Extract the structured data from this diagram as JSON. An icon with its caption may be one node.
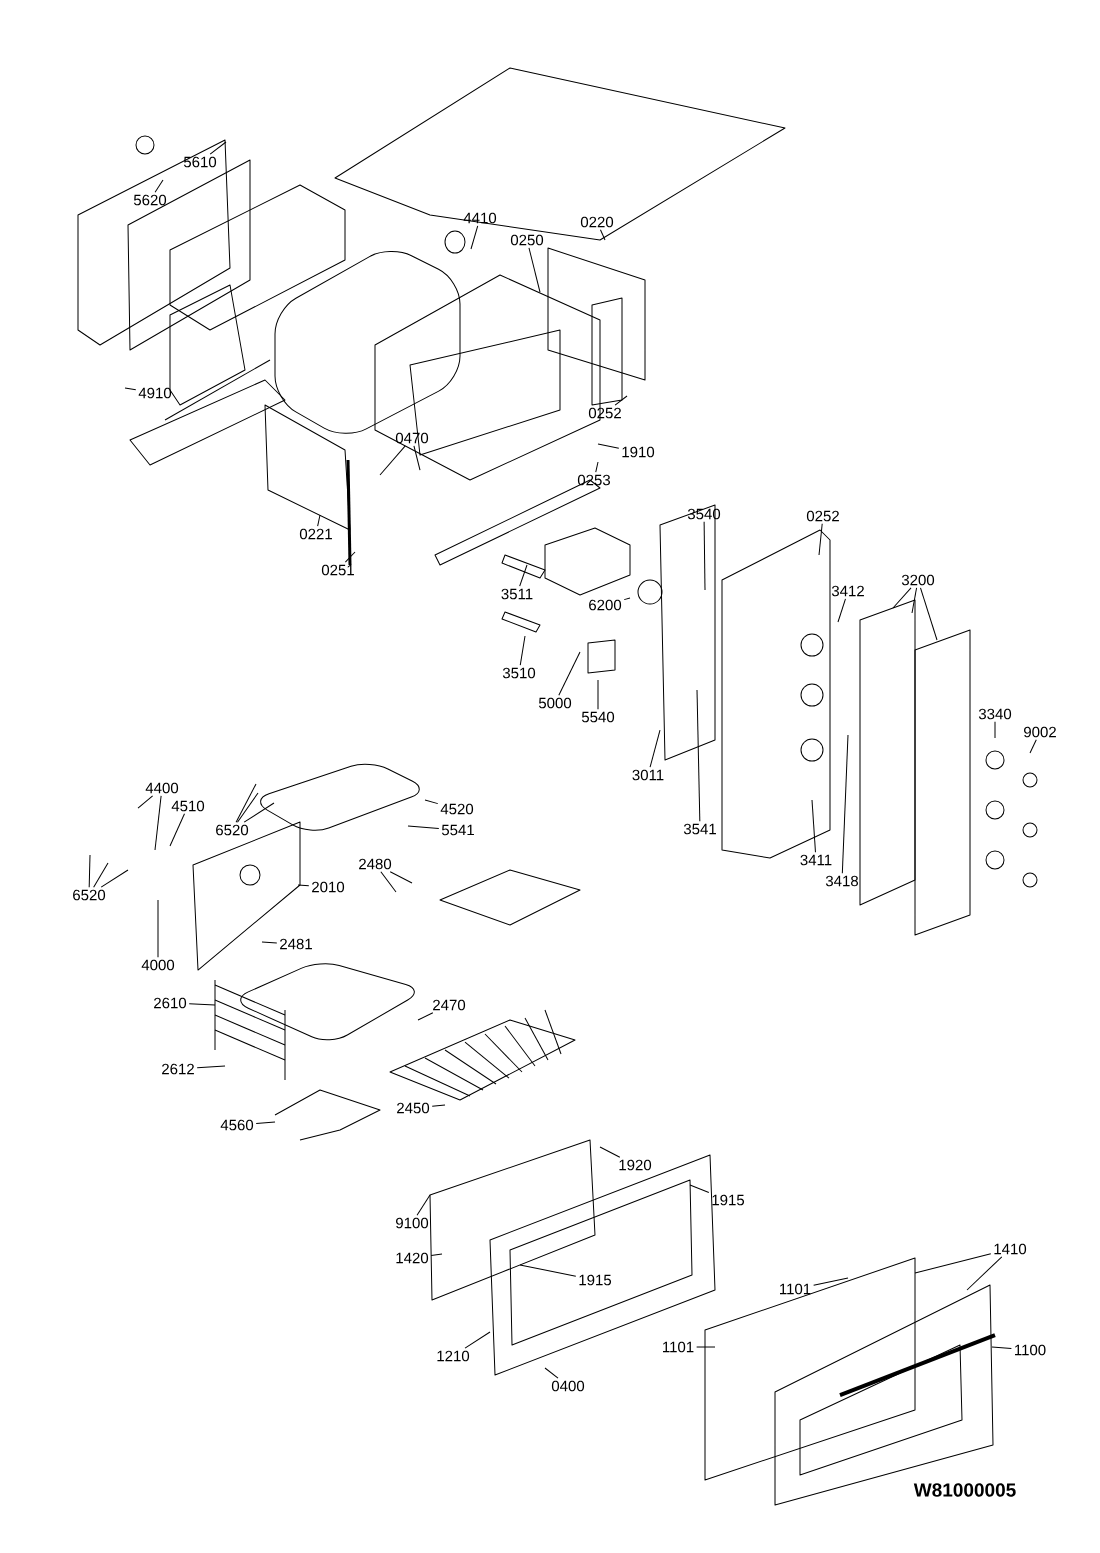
{
  "diagram": {
    "nodes": [
      {
        "text": [
          "5610"
        ]
      },
      {
        "text": [
          "5620"
        ]
      },
      {
        "text": [
          "4410"
        ]
      },
      {
        "text": [
          "0250"
        ]
      },
      {
        "text": [
          "0220"
        ]
      },
      {
        "text": [
          "4910"
        ]
      },
      {
        "text": [
          "0252"
        ]
      },
      {
        "text": [
          "0470"
        ]
      },
      {
        "text": [
          "1910"
        ]
      },
      {
        "text": [
          "0253"
        ]
      },
      {
        "text": [
          "0221"
        ]
      },
      {
        "text": [
          "0251"
        ]
      },
      {
        "text": [
          "3540"
        ]
      },
      {
        "text": [
          "0252"
        ]
      },
      {
        "text": [
          "3511"
        ]
      },
      {
        "text": [
          "6200"
        ]
      },
      {
        "text": [
          "3412"
        ]
      },
      {
        "text": [
          "3200"
        ]
      },
      {
        "text": [
          "3510"
        ]
      },
      {
        "text": [
          "5000"
        ]
      },
      {
        "text": [
          "5540"
        ]
      },
      {
        "text": [
          "3340"
        ]
      },
      {
        "text": [
          "9002"
        ]
      },
      {
        "text": [
          "3011"
        ]
      },
      {
        "text": [
          "3541"
        ]
      },
      {
        "text": [
          "3411"
        ]
      },
      {
        "text": [
          "3418"
        ]
      },
      {
        "text": [
          "4400"
        ]
      },
      {
        "text": [
          "4510"
        ]
      },
      {
        "text": [
          "4520"
        ]
      },
      {
        "text": [
          "6520"
        ]
      },
      {
        "text": [
          "5541"
        ]
      },
      {
        "text": [
          "6520"
        ]
      },
      {
        "text": [
          "2480"
        ]
      },
      {
        "text": [
          "2010"
        ]
      },
      {
        "text": [
          "4000"
        ]
      },
      {
        "text": [
          "2481"
        ]
      },
      {
        "text": [
          "2610"
        ]
      },
      {
        "text": [
          "2470"
        ]
      },
      {
        "text": [
          "2612"
        ]
      },
      {
        "text": [
          "2450"
        ]
      },
      {
        "text": [
          "4560"
        ]
      },
      {
        "text": [
          "1920"
        ]
      },
      {
        "text": [
          "1915"
        ]
      },
      {
        "text": [
          "9100"
        ]
      },
      {
        "text": [
          "1420"
        ]
      },
      {
        "text": [
          "1915"
        ]
      },
      {
        "text": [
          "1410"
        ]
      },
      {
        "text": [
          "1101"
        ]
      },
      {
        "text": [
          "1210"
        ]
      },
      {
        "text": [
          "1101"
        ]
      },
      {
        "text": [
          "1100"
        ]
      },
      {
        "text": [
          "0400"
        ]
      }
    ],
    "edges": [
      {
        "from": 0,
        "to": null,
        "arrow": "none"
      },
      {
        "from": 1,
        "to": null,
        "arrow": "none"
      },
      {
        "from": 2,
        "to": null,
        "arrow": "none"
      },
      {
        "from": 3,
        "to": null,
        "arrow": "none"
      },
      {
        "from": 4,
        "to": null,
        "arrow": "none"
      },
      {
        "from": 5,
        "to": null,
        "arrow": "none"
      },
      {
        "from": 6,
        "to": null,
        "arrow": "none"
      },
      {
        "from": 7,
        "to": null,
        "arrow": "none"
      },
      {
        "from": 7,
        "to": null,
        "arrow": "none"
      },
      {
        "from": 8,
        "to": null,
        "arrow": "none"
      },
      {
        "from": 9,
        "to": null,
        "arrow": "none"
      },
      {
        "from": 10,
        "to": null,
        "arrow": "none"
      },
      {
        "from": 11,
        "to": null,
        "arrow": "none"
      },
      {
        "from": 12,
        "to": null,
        "arrow": "none"
      },
      {
        "from": 13,
        "to": null,
        "arrow": "none"
      },
      {
        "from": 14,
        "to": null,
        "arrow": "none"
      },
      {
        "from": 15,
        "to": null,
        "arrow": "none"
      },
      {
        "from": 16,
        "to": null,
        "arrow": "none"
      },
      {
        "from": 17,
        "to": null,
        "arrow": "none"
      },
      {
        "from": 17,
        "to": null,
        "arrow": "none"
      },
      {
        "from": 17,
        "to": null,
        "arrow": "none"
      },
      {
        "from": 18,
        "to": null,
        "arrow": "none"
      },
      {
        "from": 19,
        "to": null,
        "arrow": "none"
      },
      {
        "from": 20,
        "to": null,
        "arrow": "none"
      },
      {
        "from": 21,
        "to": null,
        "arrow": "none"
      },
      {
        "from": 22,
        "to": null,
        "arrow": "none"
      },
      {
        "from": 23,
        "to": null,
        "arrow": "none"
      },
      {
        "from": 24,
        "to": null,
        "arrow": "none"
      },
      {
        "from": 25,
        "to": null,
        "arrow": "none"
      },
      {
        "from": 26,
        "to": null,
        "arrow": "none"
      },
      {
        "from": 27,
        "to": null,
        "arrow": "none"
      },
      {
        "from": 27,
        "to": null,
        "arrow": "none"
      },
      {
        "from": 28,
        "to": null,
        "arrow": "none"
      },
      {
        "from": 29,
        "to": null,
        "arrow": "none"
      },
      {
        "from": 30,
        "to": null,
        "arrow": "none"
      },
      {
        "from": 30,
        "to": null,
        "arrow": "none"
      },
      {
        "from": 30,
        "to": null,
        "arrow": "none"
      },
      {
        "from": 31,
        "to": null,
        "arrow": "none"
      },
      {
        "from": 32,
        "to": null,
        "arrow": "none"
      },
      {
        "from": 32,
        "to": null,
        "arrow": "none"
      },
      {
        "from": 32,
        "to": null,
        "arrow": "none"
      },
      {
        "from": 33,
        "to": null,
        "arrow": "none"
      },
      {
        "from": 33,
        "to": null,
        "arrow": "none"
      },
      {
        "from": 34,
        "to": null,
        "arrow": "none"
      },
      {
        "from": 35,
        "to": null,
        "arrow": "none"
      },
      {
        "from": 36,
        "to": null,
        "arrow": "none"
      },
      {
        "from": 37,
        "to": null,
        "arrow": "none"
      },
      {
        "from": 38,
        "to": null,
        "arrow": "none"
      },
      {
        "from": 39,
        "to": null,
        "arrow": "none"
      },
      {
        "from": 40,
        "to": null,
        "arrow": "none"
      },
      {
        "from": 41,
        "to": null,
        "arrow": "none"
      },
      {
        "from": 42,
        "to": null,
        "arrow": "none"
      },
      {
        "from": 43,
        "to": null,
        "arrow": "none"
      },
      {
        "from": 44,
        "to": null,
        "arrow": "none"
      },
      {
        "from": 45,
        "to": null,
        "arrow": "none"
      },
      {
        "from": 46,
        "to": null,
        "arrow": "none"
      },
      {
        "from": 47,
        "to": null,
        "arrow": "none"
      },
      {
        "from": 47,
        "to": null,
        "arrow": "none"
      },
      {
        "from": 48,
        "to": null,
        "arrow": "none"
      },
      {
        "from": 49,
        "to": null,
        "arrow": "none"
      },
      {
        "from": 50,
        "to": null,
        "arrow": "none"
      },
      {
        "from": 51,
        "to": null,
        "arrow": "none"
      },
      {
        "from": 52,
        "to": null,
        "arrow": "none"
      }
    ],
    "labels": [
      "W81000005"
    ]
  }
}
